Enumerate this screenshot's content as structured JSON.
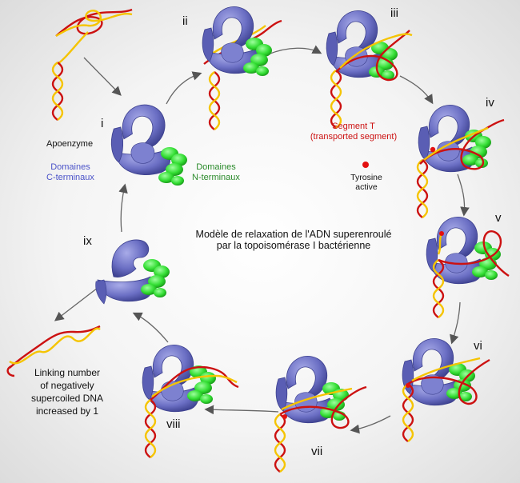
{
  "title_line1": "Modèle de relaxation de l'ADN superenroulé",
  "title_line2": "par la topoisomérase I bactérienne",
  "steps": [
    "i",
    "ii",
    "iii",
    "iv",
    "v",
    "vi",
    "vii",
    "viii",
    "ix"
  ],
  "apoenzyme": "Apoenzyme",
  "c_domains_line1": "Domaines",
  "c_domains_line2": "C-terminaux",
  "n_domains_line1": "Domaines",
  "n_domains_line2": "N-terminaux",
  "segment_t_line1": "Segment T",
  "segment_t_line2": "(transported segment)",
  "tyrosine_line1": "Tyrosine",
  "tyrosine_line2": "active",
  "linking_line1": "Linking number",
  "linking_line2": "of negatively",
  "linking_line3": "supercoiled DNA",
  "linking_line4": "increased by 1",
  "colors": {
    "protein": "#6b6fc4",
    "n_domain": "#33dd33",
    "dna_red": "#cc1111",
    "dna_yellow": "#f5c400",
    "c_label": "#4a52c8",
    "n_label": "#2a8a2a",
    "segment_label": "#cc1111"
  }
}
